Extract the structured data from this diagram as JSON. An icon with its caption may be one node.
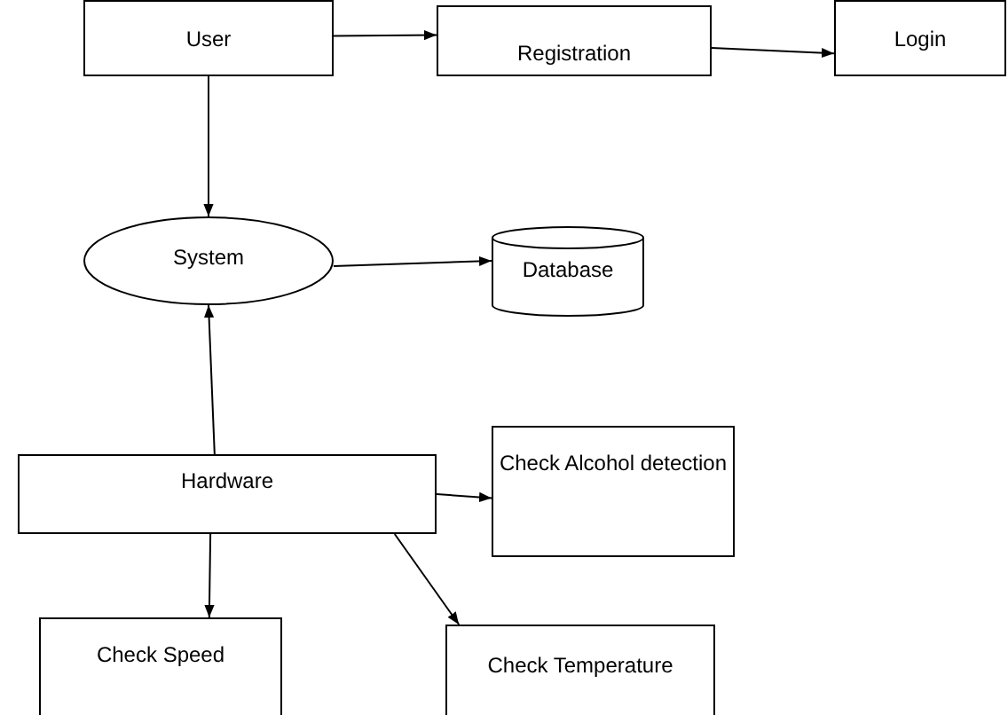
{
  "diagram": {
    "nodes": [
      {
        "text": [
          "User"
        ]
      },
      {
        "text": [
          "Registration"
        ]
      },
      {
        "text": [
          "Login"
        ]
      },
      {
        "text": [
          "System"
        ]
      },
      {
        "text": [
          "Database"
        ]
      },
      {
        "text": [
          "Hardware"
        ]
      },
      {
        "text": [
          "Check Alcohol detection"
        ]
      },
      {
        "text": [
          "Check Speed"
        ]
      },
      {
        "text": [
          "Check Temperature"
        ]
      }
    ],
    "edges": [
      {
        "from": 0,
        "to": 1,
        "arrow": "to"
      },
      {
        "from": 1,
        "to": 2,
        "arrow": "to"
      },
      {
        "from": 0,
        "to": 3,
        "arrow": "to"
      },
      {
        "from": 3,
        "to": 4,
        "arrow": "to"
      },
      {
        "from": 5,
        "to": 3,
        "arrow": "to"
      },
      {
        "from": 5,
        "to": 6,
        "arrow": "to"
      },
      {
        "from": 5,
        "to": 7,
        "arrow": "to"
      },
      {
        "from": 5,
        "to": 8,
        "arrow": "to"
      }
    ]
  }
}
